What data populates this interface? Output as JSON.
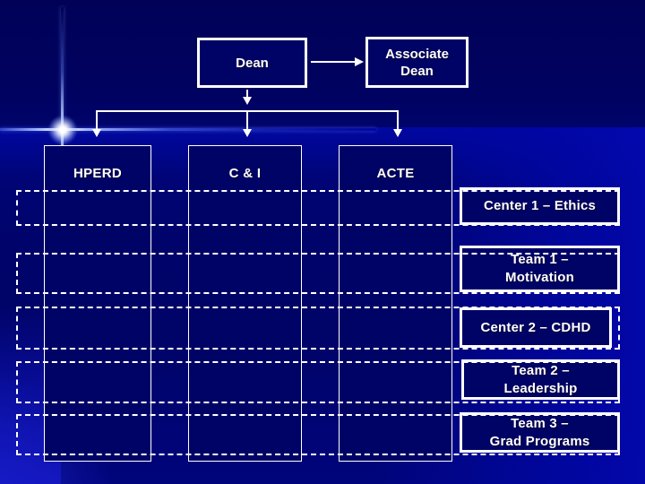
{
  "chart": {
    "dean_label": "Dean",
    "associate_dean_label": "Associate Dean",
    "columns": [
      {
        "label": "HPERD"
      },
      {
        "label": "C & I"
      },
      {
        "label": "ACTE"
      }
    ],
    "side_boxes": [
      {
        "label": "Center 1 – Ethics"
      },
      {
        "label": "Team 1 –\nMotivation"
      },
      {
        "label": "Center 2 – CDHD"
      },
      {
        "label": "Team 2 –\nLeadership"
      },
      {
        "label": "Team 3 –\nGrad Programs"
      }
    ],
    "colors": {
      "background_top": "#000260",
      "background_bright_blue": "#0106a8",
      "background_mid": "#000368",
      "box_fill": "#000366",
      "line_color": "#ffffff"
    }
  }
}
